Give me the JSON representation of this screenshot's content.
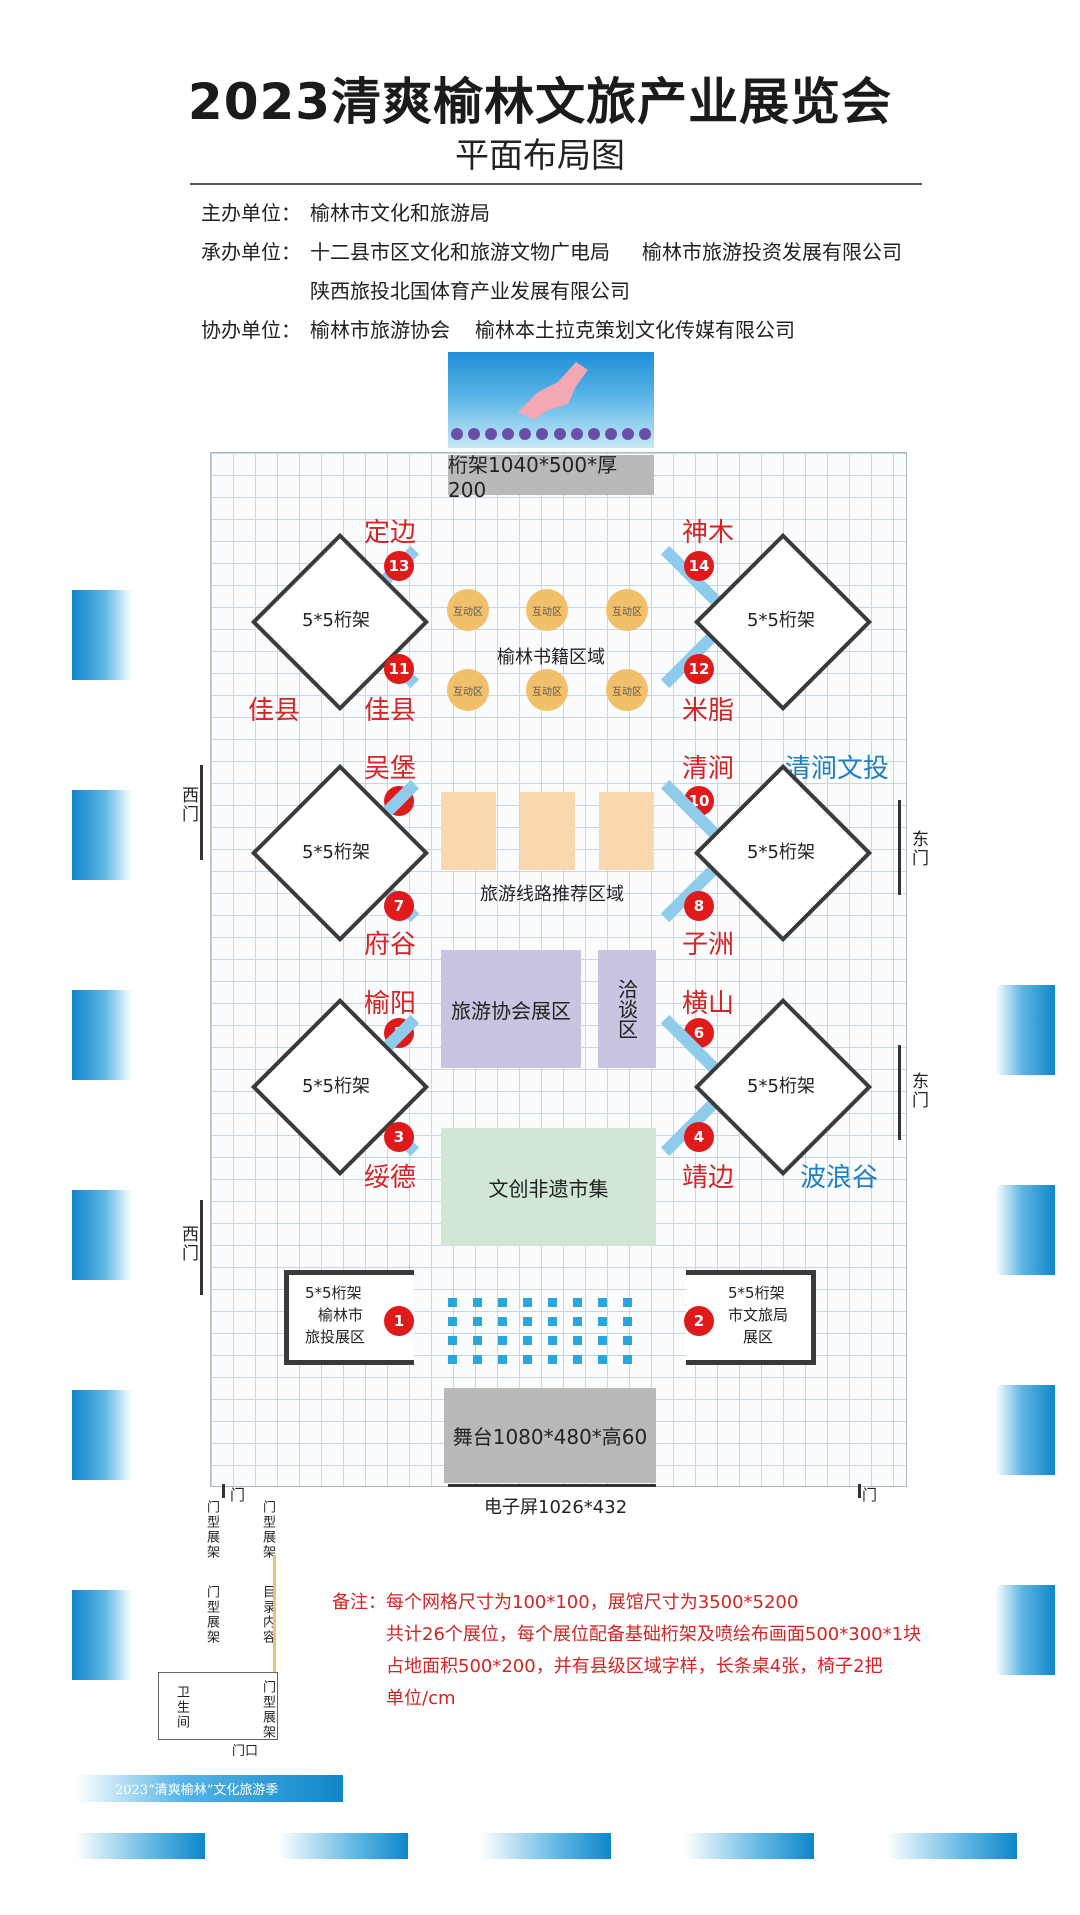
{
  "header": {
    "title": "2023清爽榆林文旅产业展览会",
    "subtitle": "平面布局图"
  },
  "organizers": {
    "host_label": "主办单位：",
    "host": "榆林市文化和旅游局",
    "undertake_label": "承办单位：",
    "undertake_1": "十二县市区文化和旅游文物广电局",
    "undertake_2": "榆林市旅游投资发展有限公司",
    "undertake_3": "陕西旅投北国体育产业发展有限公司",
    "assist_label": "协办单位：",
    "assist_1": "榆林市旅游协会",
    "assist_2": "榆林本土拉克策划文化传媒有限公司"
  },
  "floor": {
    "truss_top": "桁架1040*500*厚200",
    "truss_5x5": "5*5桁架",
    "book_zone": "榆林书籍区域",
    "interact_label": "互动区",
    "route_zone": "旅游线路推荐区域",
    "assoc_zone": "旅游协会展区",
    "negotiate_zone": "洽谈区",
    "market_zone": "文创非遗市集",
    "stage": "舞台1080*480*高60",
    "screen": "电子屏1026*432",
    "booth1_line2": "榆林市",
    "booth1_line3": "旅投展区",
    "booth2_line2": "市文旅局",
    "booth2_line3": "展区",
    "west_gate": "西门",
    "east_gate": "东门",
    "gate": "门",
    "gate_mouth": "门口",
    "wc": "卫生间",
    "side_label_1": "门型展架",
    "side_label_2": "门型展架",
    "side_label_3": "目录内容",
    "side_label_4": "门型展架"
  },
  "booths": [
    {
      "num": "13",
      "name": "定边"
    },
    {
      "num": "14",
      "name": "神木"
    },
    {
      "num": "11",
      "name": "佳县"
    },
    {
      "num": "12",
      "name": "米脂"
    },
    {
      "num": "9",
      "name": "吴堡"
    },
    {
      "num": "10",
      "name": "清涧"
    },
    {
      "num": "7",
      "name": "府谷"
    },
    {
      "num": "8",
      "name": "子洲"
    },
    {
      "num": "5",
      "name": "榆阳"
    },
    {
      "num": "6",
      "name": "横山"
    },
    {
      "num": "3",
      "name": "绥德"
    },
    {
      "num": "4",
      "name": "靖边"
    },
    {
      "num": "1",
      "name": ""
    },
    {
      "num": "2",
      "name": ""
    }
  ],
  "side_labels": {
    "left_jiaxian": "佳县",
    "right_qingjian": "清涧文投",
    "right_bolanggu": "波浪谷"
  },
  "notes": {
    "line1": "备注：每个网格尺寸为100*100，展馆尺寸为3500*5200",
    "line2": "共计26个展位，每个展位配备基础桁架及喷绘布画面500*300*1块",
    "line3": "占地面积500*200，并有县级区域字样，长条桌4张，椅子2把",
    "line4": "单位/cm"
  },
  "footer": {
    "label": "2023“清爽榆林”文化旅游季"
  },
  "colors": {
    "red": "#d42424",
    "blue": "#1f7fc4",
    "accent_blue": "#28a6dd"
  }
}
